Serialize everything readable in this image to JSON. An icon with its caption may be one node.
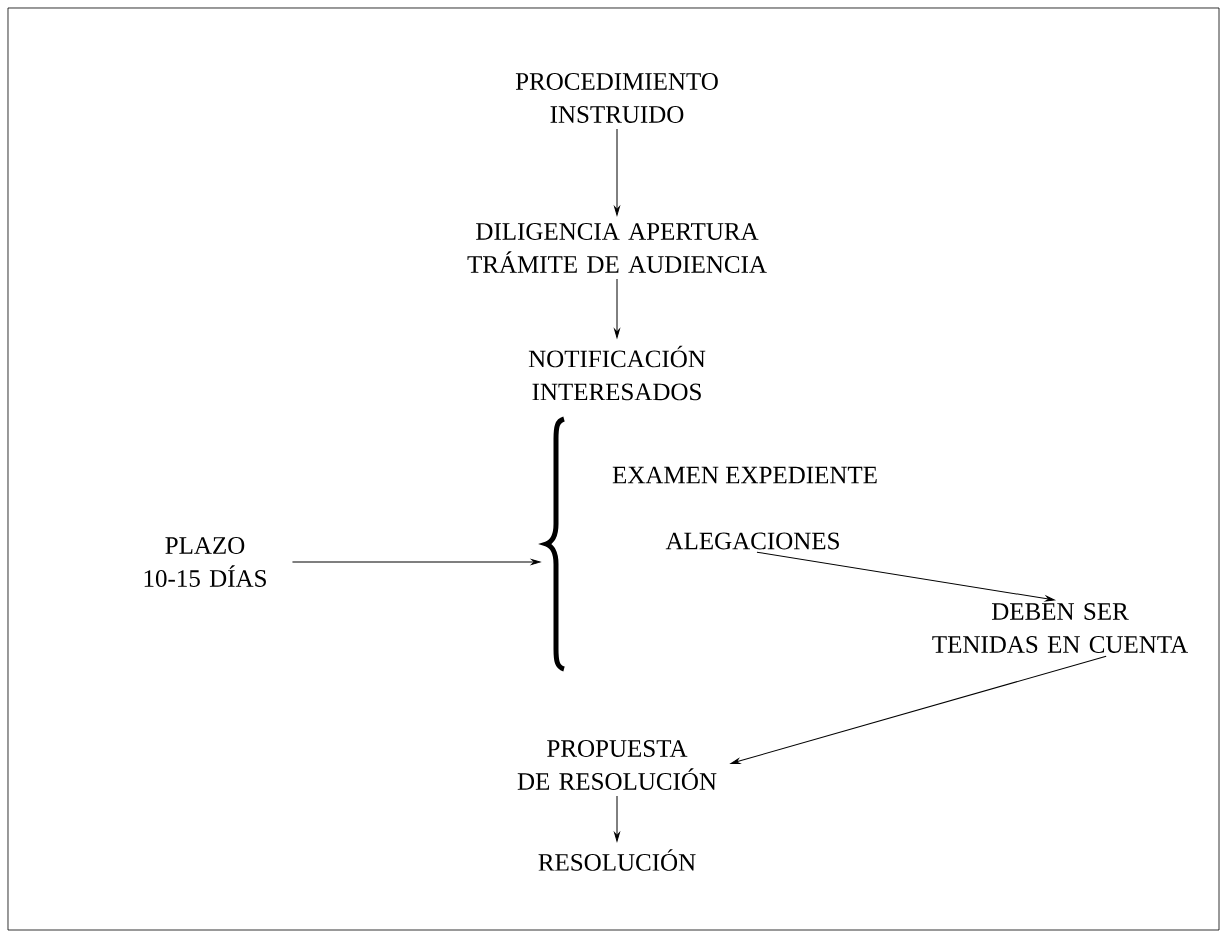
{
  "diagram": {
    "nodes": [
      {
        "text": [
          "PROCEDIMIENTO INSTRUIDO"
        ]
      },
      {
        "text": [
          "DILIGENCIA APERTURA TRÁMITE DE AUDIENCIA"
        ]
      },
      {
        "text": [
          "NOTIFICACIÓN INTERESADOS"
        ]
      },
      {
        "text": [
          "PLAZO 10-15 DÍAS"
        ]
      },
      {
        "text": [],
        "shape": "brace"
      },
      {
        "text": [
          "EXAMEN EXPEDIENTE"
        ]
      },
      {
        "text": [
          "ALEGACIONES"
        ]
      },
      {
        "text": [
          "DEBEN SER TENIDAS EN CUENTA"
        ]
      },
      {
        "text": [
          "PROPUESTA DE RESOLUCIÓN"
        ]
      },
      {
        "text": [
          "RESOLUCIÓN"
        ]
      }
    ],
    "edges": [
      {
        "from": 0,
        "to": 1,
        "arrow": "to"
      },
      {
        "from": 1,
        "to": 2,
        "arrow": "to"
      },
      {
        "from": 3,
        "to": 4,
        "arrow": "to"
      },
      {
        "from": 6,
        "to": 7,
        "arrow": "to"
      },
      {
        "from": 7,
        "to": 8,
        "arrow": "to"
      },
      {
        "from": 8,
        "to": 9,
        "arrow": "to"
      }
    ]
  }
}
